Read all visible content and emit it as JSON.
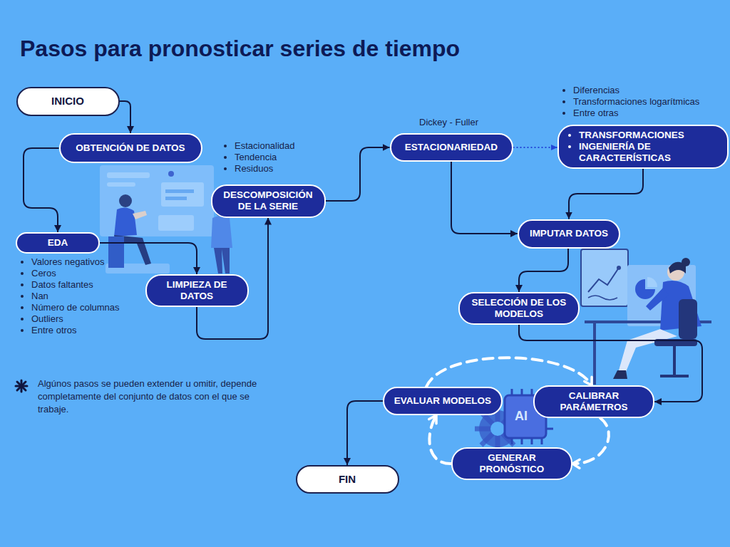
{
  "diagram": {
    "title": "Pasos para pronosticar series de tiempo",
    "nodes": [
      {
        "text": [
          "INICIO"
        ]
      },
      {
        "text": [
          "OBTENCIÓN DE DATOS"
        ]
      },
      {
        "text": [
          "EDA"
        ]
      },
      {
        "text": [
          "LIMPIEZA DE DATOS"
        ]
      },
      {
        "text": [
          "DESCOMPOSICIÓN DE LA SERIE"
        ]
      },
      {
        "text": [
          "ESTACIONARIEDAD"
        ]
      },
      {
        "text": [
          "TRANSFORMACIONES",
          "INGENIERÍA DE CARACTERÍSTICAS"
        ]
      },
      {
        "text": [
          "IMPUTAR DATOS"
        ]
      },
      {
        "text": [
          "SELECCIÓN DE LOS MODELOS"
        ]
      },
      {
        "text": [
          "CALIBRAR PARÁMETROS"
        ]
      },
      {
        "text": [
          "GENERAR PRONÓSTICO"
        ]
      },
      {
        "text": [
          "EVALUAR MODELOS"
        ]
      },
      {
        "text": [
          "FIN"
        ]
      }
    ],
    "edges": [
      {
        "from": 0,
        "to": 1,
        "arrow": "to"
      },
      {
        "from": 1,
        "to": 2,
        "arrow": "to"
      },
      {
        "from": 2,
        "to": 3,
        "arrow": "to"
      },
      {
        "from": 3,
        "to": 4,
        "arrow": "to"
      },
      {
        "from": 4,
        "to": 5,
        "arrow": "to"
      },
      {
        "from": 5,
        "to": 6,
        "arrow": "to"
      },
      {
        "from": 6,
        "to": 7,
        "arrow": "to"
      },
      {
        "from": 5,
        "to": 7,
        "arrow": "to"
      },
      {
        "from": 7,
        "to": 8,
        "arrow": "to"
      },
      {
        "from": 8,
        "to": 9,
        "arrow": "to"
      },
      {
        "from": 9,
        "to": 10,
        "arrow": "to"
      },
      {
        "from": 10,
        "to": 11,
        "arrow": "to"
      },
      {
        "from": 11,
        "to": 9,
        "arrow": "to"
      },
      {
        "from": 11,
        "to": 12,
        "arrow": "to"
      }
    ],
    "labels": [
      "Estacionalidad",
      "Tendencia",
      "Residuos",
      "Valores negativos",
      "Ceros",
      "Datos faltantes",
      "Nan",
      "Número de columnas",
      "Outliers",
      "Entre otros",
      "Dickey - Fuller",
      "Diferencias",
      "Transformaciones logarítmicas",
      "Entre otras",
      "Algúnos pasos se pueden extender u omitir, depende completamente del conjunto de datos con el que se trabaje.",
      "AI"
    ]
  }
}
